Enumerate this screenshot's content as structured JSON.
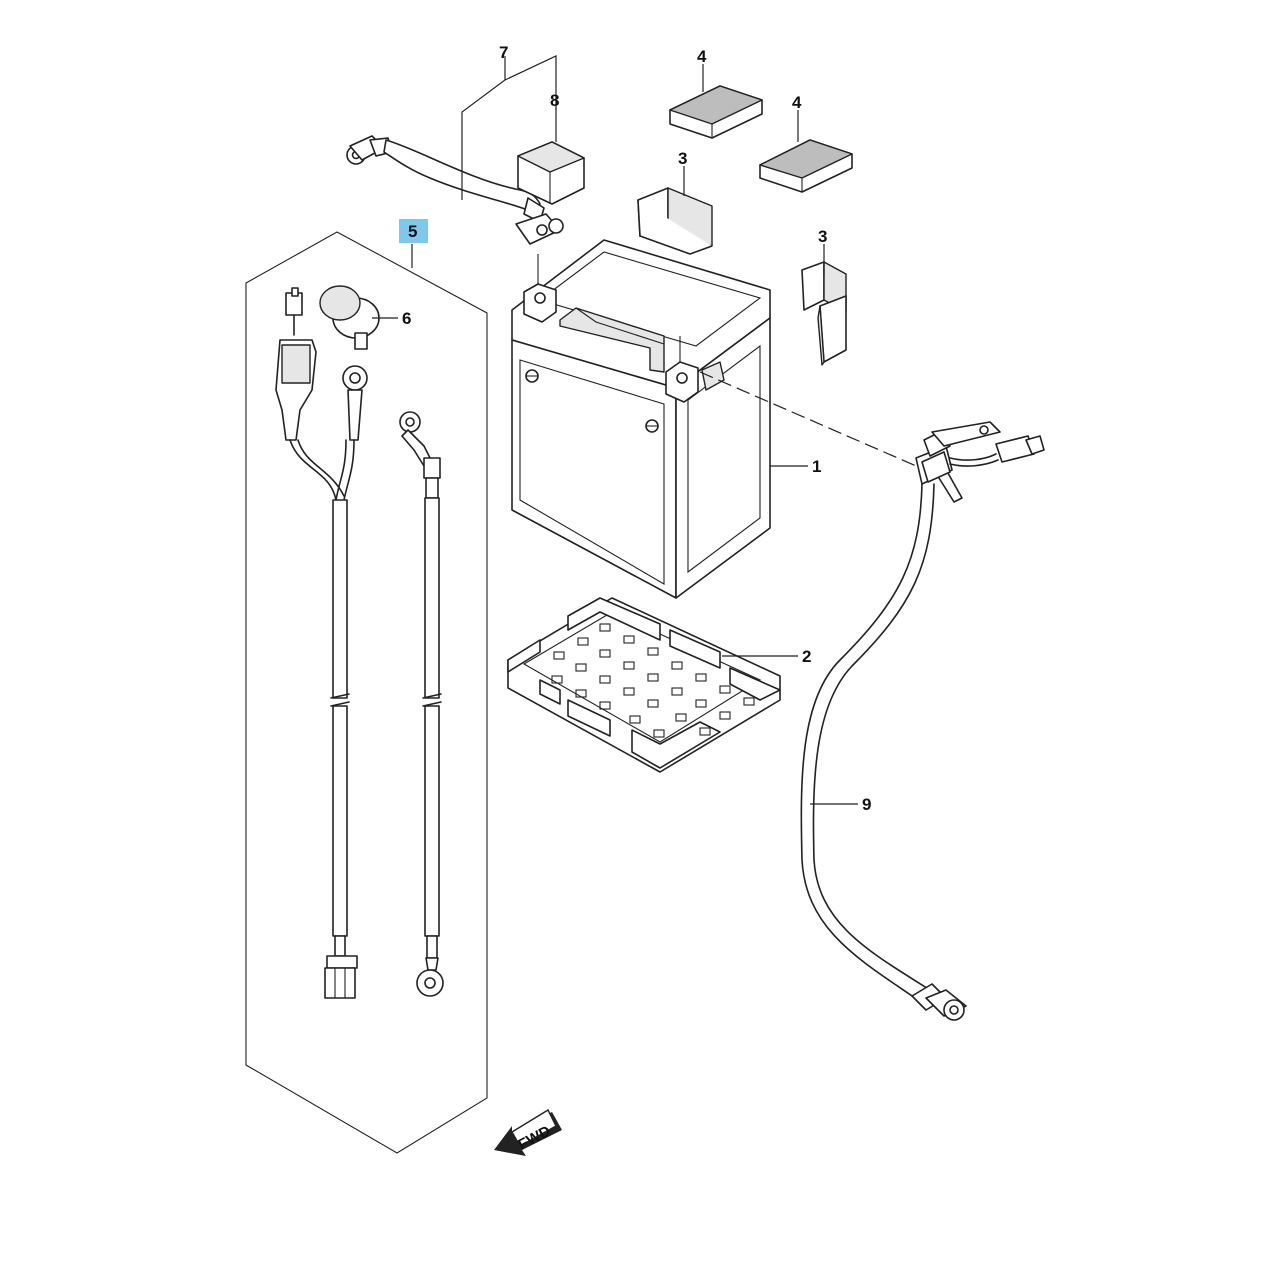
{
  "diagram": {
    "callouts": [
      {
        "id": "1",
        "label": "1"
      },
      {
        "id": "2",
        "label": "2"
      },
      {
        "id": "3a",
        "label": "3"
      },
      {
        "id": "3b",
        "label": "3"
      },
      {
        "id": "4a",
        "label": "4"
      },
      {
        "id": "4b",
        "label": "4"
      },
      {
        "id": "5",
        "label": "5"
      },
      {
        "id": "6",
        "label": "6"
      },
      {
        "id": "7",
        "label": "7"
      },
      {
        "id": "8",
        "label": "8"
      },
      {
        "id": "9",
        "label": "9"
      }
    ],
    "highlight_color": "#7ec8ec",
    "fwd_label": "FWD"
  }
}
